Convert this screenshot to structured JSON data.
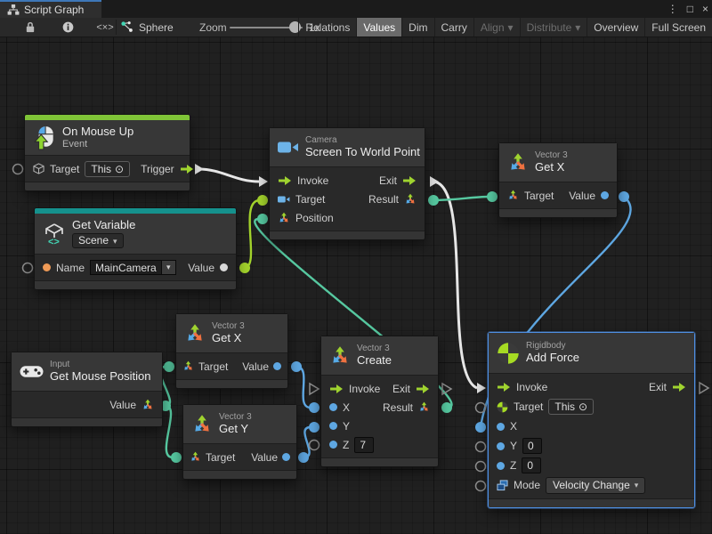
{
  "tab": {
    "title": "Script Graph"
  },
  "window_controls": {
    "menu": "⋮",
    "maximize": "□",
    "close": "×"
  },
  "icons": {
    "edit_glyph": "<×>",
    "caret": "▾",
    "target_self": "⊙"
  },
  "toolbar": {
    "graph_name": "Sphere",
    "zoom_label": "Zoom",
    "zoom_level": "1x",
    "relations": "Relations",
    "values": "Values",
    "dim": "Dim",
    "carry": "Carry",
    "align": "Align",
    "distribute": "Distribute",
    "overview": "Overview",
    "fullscreen": "Full Screen"
  },
  "nodes": {
    "on_mouse_up": {
      "title": "On Mouse Up",
      "subtitle": "Event",
      "target_label": "Target",
      "target_value": "This",
      "trigger_label": "Trigger"
    },
    "get_variable": {
      "title": "Get Variable",
      "scope": "Scene",
      "name_label": "Name",
      "name_value": "MainCamera",
      "value_label": "Value"
    },
    "camera": {
      "type": "Camera",
      "title": "Screen To World Point",
      "invoke": "Invoke",
      "exit": "Exit",
      "target": "Target",
      "result": "Result",
      "position": "Position"
    },
    "get_x_right": {
      "type": "Vector 3",
      "title": "Get X",
      "target": "Target",
      "value": "Value"
    },
    "get_x_mid": {
      "type": "Vector 3",
      "title": "Get X",
      "target": "Target",
      "value": "Value"
    },
    "get_y": {
      "type": "Vector 3",
      "title": "Get Y",
      "target": "Target",
      "value": "Value"
    },
    "get_mouse_position": {
      "type": "Input",
      "title": "Get Mouse Position",
      "value": "Value"
    },
    "create": {
      "type": "Vector 3",
      "title": "Create",
      "invoke": "Invoke",
      "exit": "Exit",
      "x": "X",
      "result": "Result",
      "y": "Y",
      "z": "Z",
      "z_value": "7"
    },
    "add_force": {
      "type": "Rigidbody",
      "title": "Add Force",
      "invoke": "Invoke",
      "exit": "Exit",
      "target": "Target",
      "target_value": "This",
      "x": "X",
      "y": "Y",
      "y_value": "0",
      "z": "Z",
      "z_value": "0",
      "mode_label": "Mode",
      "mode_value": "Velocity Change"
    }
  },
  "colors": {
    "event_accent": "#7fc437",
    "variable_accent": "#15918d",
    "selection_border": "#4f90e4",
    "wire_flow": "#e6e6e6",
    "wire_vector3": "#56c8a0",
    "wire_float": "#5ea7e2",
    "wire_object": "#a3d32c",
    "port_orange": "#ef9a56"
  }
}
